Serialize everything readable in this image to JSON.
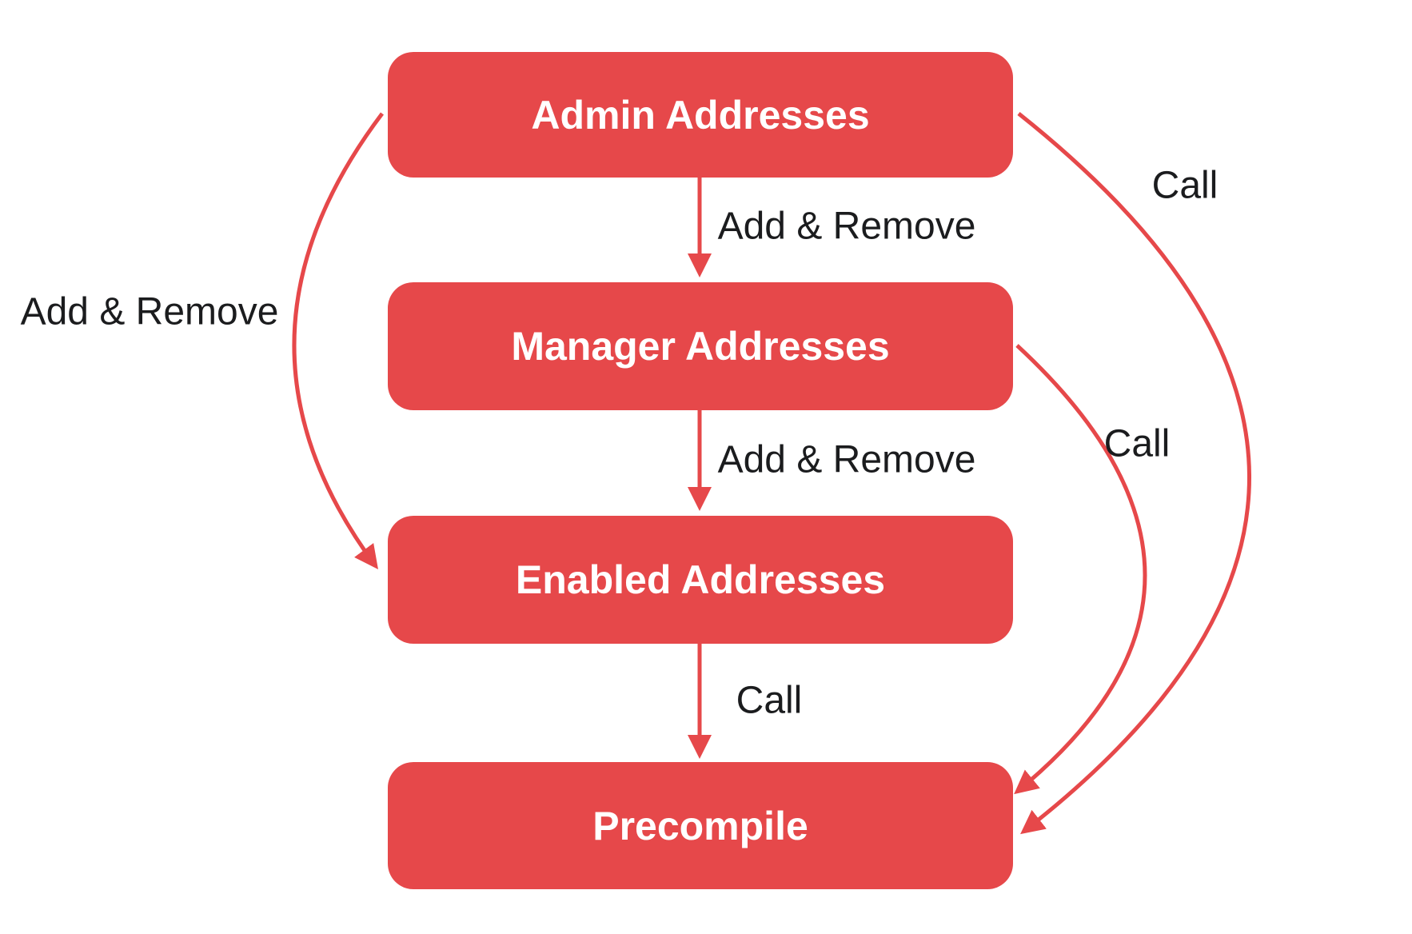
{
  "diagram": {
    "background": "#FFFFFF",
    "colors": {
      "node_fill": "#E6484A",
      "node_text": "#FFFFFF",
      "edge_stroke": "#E6484A",
      "edge_label_text": "#1B1C1E"
    },
    "nodes": [
      {
        "label": "Admin Addresses"
      },
      {
        "label": "Manager Addresses"
      },
      {
        "label": "Enabled Addresses"
      },
      {
        "label": "Precompile"
      }
    ],
    "edges": [
      {
        "from": "Admin Addresses",
        "to": "Manager Addresses",
        "label": "Add & Remove"
      },
      {
        "from": "Manager Addresses",
        "to": "Enabled Addresses",
        "label": "Add & Remove"
      },
      {
        "from": "Enabled Addresses",
        "to": "Precompile",
        "label": "Call"
      },
      {
        "from": "Admin Addresses",
        "to": "Enabled Addresses",
        "label": "Add & Remove"
      },
      {
        "from": "Manager Addresses",
        "to": "Precompile",
        "label": "Call"
      },
      {
        "from": "Admin Addresses",
        "to": "Precompile",
        "label": "Call"
      }
    ]
  }
}
